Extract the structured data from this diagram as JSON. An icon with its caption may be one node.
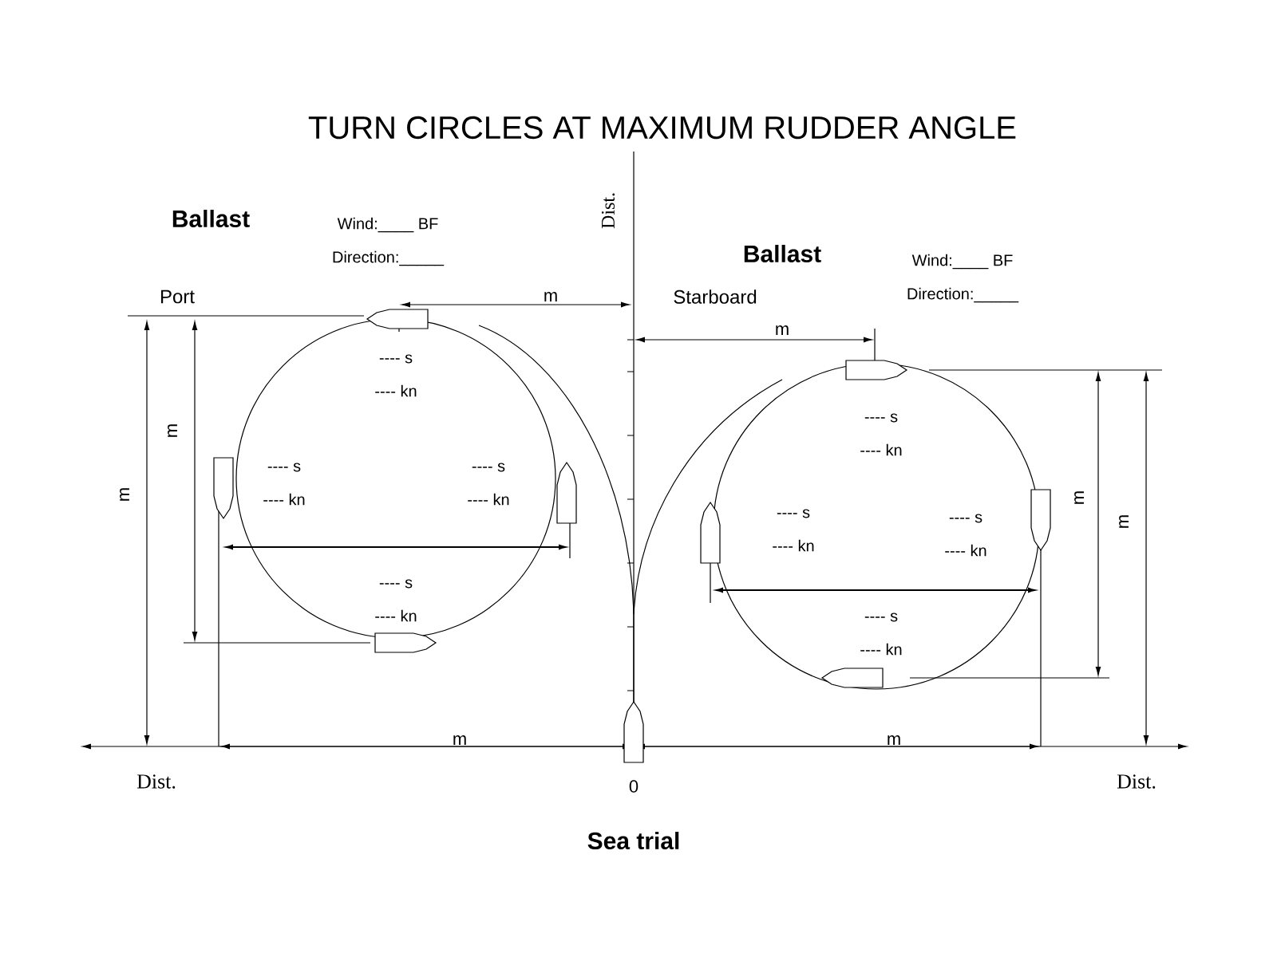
{
  "diagram": {
    "title": "TURN CIRCLES AT MAXIMUM RUDDER ANGLE",
    "caption": "Sea trial",
    "labels": [
      "Ballast",
      "Wind:____ BF",
      "Direction:_____",
      "Dist.",
      "Ballast",
      "Wind:____ BF",
      "Direction:_____",
      "Port",
      "m",
      "Starboard",
      "m",
      "---- s",
      "---- kn",
      "m",
      "---- s",
      "---- kn",
      "---- s",
      "---- kn",
      "m",
      "---- s",
      "---- kn",
      "---- s",
      "---- kn",
      "---- s",
      "---- kn",
      "---- s",
      "---- kn",
      "m",
      "m",
      "---- s",
      "---- kn",
      "m",
      "m",
      "Dist.",
      "0",
      "Dist."
    ]
  }
}
